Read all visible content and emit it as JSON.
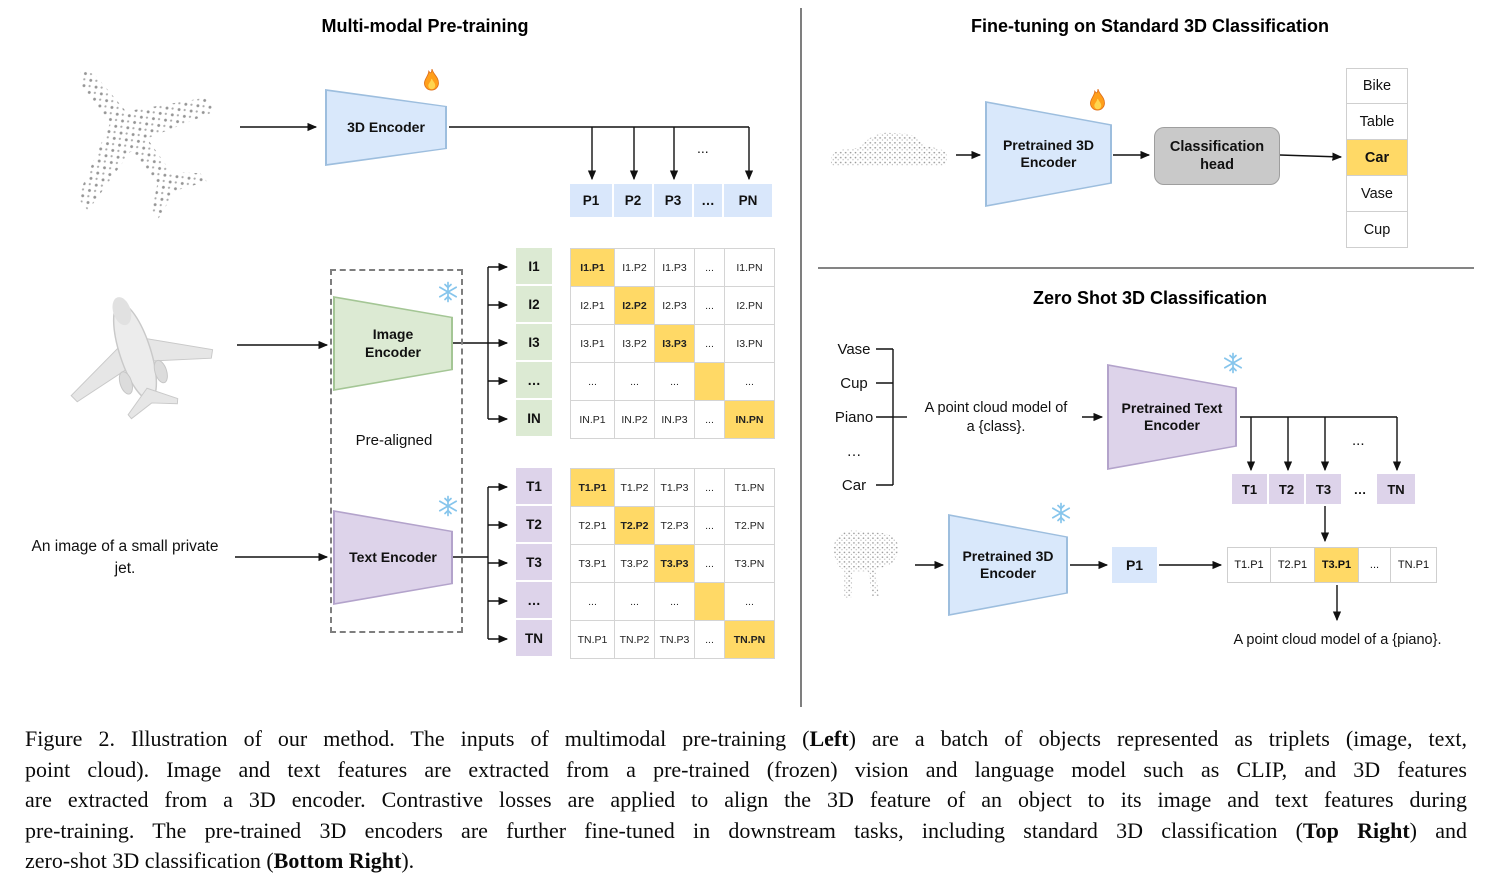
{
  "left": {
    "title": "Multi-modal Pre-training",
    "encoder_3d_label": "3D Encoder",
    "image_encoder_label": "Image Encoder",
    "text_encoder_label": "Text Encoder",
    "prealigned_label": "Pre-aligned",
    "image_caption": "An image of a small private jet.",
    "dots_label": "...",
    "p_header": [
      "P1",
      "P2",
      "P3",
      "…",
      "PN"
    ],
    "i_labels": [
      "I1",
      "I2",
      "I3",
      "…",
      "IN"
    ],
    "t_labels": [
      "T1",
      "T2",
      "T3",
      "…",
      "TN"
    ],
    "i_matrix": [
      [
        "I1.P1",
        "I1.P2",
        "I1.P3",
        "...",
        "I1.PN"
      ],
      [
        "I2.P1",
        "I2.P2",
        "I2.P3",
        "...",
        "I2.PN"
      ],
      [
        "I3.P1",
        "I3.P2",
        "I3.P3",
        "...",
        "I3.PN"
      ],
      [
        "...",
        "...",
        "...",
        "",
        "..."
      ],
      [
        "IN.P1",
        "IN.P2",
        "IN.P3",
        "...",
        "IN.PN"
      ]
    ],
    "t_matrix": [
      [
        "T1.P1",
        "T1.P2",
        "T1.P3",
        "...",
        "T1.PN"
      ],
      [
        "T2.P1",
        "T2.P2",
        "T2.P3",
        "...",
        "T2.PN"
      ],
      [
        "T3.P1",
        "T3.P2",
        "T3.P3",
        "...",
        "T3.PN"
      ],
      [
        "...",
        "...",
        "...",
        "",
        "..."
      ],
      [
        "TN.P1",
        "TN.P2",
        "TN.P3",
        "...",
        "TN.PN"
      ]
    ]
  },
  "top_right": {
    "title": "Fine-tuning on Standard 3D Classification",
    "encoder_label": "Pretrained 3D Encoder",
    "head_label": "Classification head",
    "classes": [
      "Bike",
      "Table",
      "Car",
      "Vase",
      "Cup"
    ],
    "highlighted_class": "Car"
  },
  "bottom_right": {
    "title": "Zero Shot 3D Classification",
    "class_list": [
      "Vase",
      "Cup",
      "Piano",
      "…",
      "Car"
    ],
    "prompt_line1": "A point cloud model of",
    "prompt_line2": "a {class}.",
    "text_encoder_label": "Pretrained Text Encoder",
    "encoder_3d_label": "Pretrained 3D Encoder",
    "p1_label": "P1",
    "dots_label": "...",
    "t_row": [
      "T1",
      "T2",
      "T3",
      "…",
      "TN"
    ],
    "result_row": [
      "T1.P1",
      "T2.P1",
      "T3.P1",
      "...",
      "TN.P1"
    ],
    "result_caption": "A point cloud model of a {piano}."
  },
  "icons": {
    "trainable_icon": "flame-icon",
    "frozen_icon": "snowflake-icon"
  },
  "colors": {
    "blue": "#d9e8fb",
    "green": "#dcead3",
    "purple": "#ddd3ea",
    "highlight": "#ffd966",
    "head_gray": "#c9c9c9"
  },
  "caption": {
    "lines": [
      [
        {
          "t": "Figure 2. Illustration of our method. The inputs of multimodal pre-training ("
        },
        {
          "t": "Left",
          "b": true
        },
        {
          "t": ") are a batch of objects represented as triplets (image, text,"
        }
      ],
      [
        {
          "t": "point cloud). Image and text features are extracted from a pre-trained (frozen) vision and language model such as CLIP, and 3D features"
        }
      ],
      [
        {
          "t": "are extracted from a 3D encoder. Contrastive losses are applied to align the 3D feature of an object to its image and text features during"
        }
      ],
      [
        {
          "t": "pre-training. The pre-trained 3D encoders are further fine-tuned in downstream tasks, including standard 3D classification ("
        },
        {
          "t": "Top Right",
          "b": true
        },
        {
          "t": ") and"
        }
      ],
      [
        {
          "t": "zero-shot 3D classification ("
        },
        {
          "t": "Bottom Right",
          "b": true
        },
        {
          "t": ")."
        }
      ]
    ]
  }
}
